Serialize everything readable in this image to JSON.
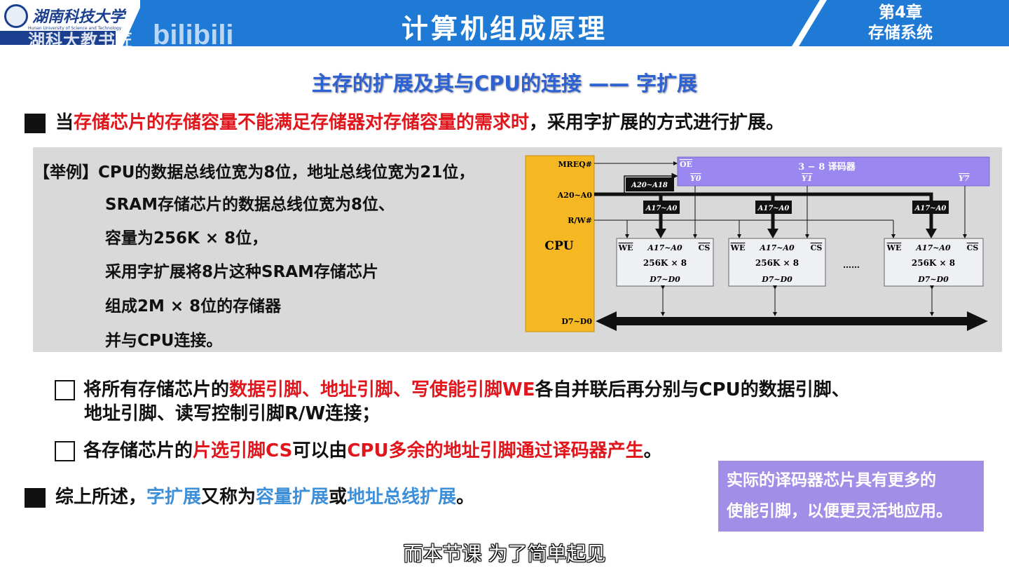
{
  "header": {
    "logo_cn": "湖南科技大学",
    "logo_en": "Hunan University of Science and Technology",
    "watermark": "湖科大教书匠",
    "bilibili": "bilibili",
    "title": "计算机组成原理",
    "chapter": "第4章",
    "chapter_title": "存储系统"
  },
  "subtitle": "主存的扩展及其与CPU的连接 —— 字扩展",
  "line1": {
    "a": "当",
    "b": "存储芯片的存储容量不能满足存储器对存储容量的需求时",
    "c": "，采用字扩展的方式进行扩展。"
  },
  "example": [
    "【举例】CPU的数据总线位宽为8位，地址总线位宽为21位，",
    "SRAM存储芯片的数据总线位宽为8位、",
    "容量为256K × 8位，",
    "采用字扩展将8片这种SRAM存储芯片",
    "组成2M × 8位的存储器",
    "并与CPU连接。"
  ],
  "diagram": {
    "mreq": "MREQ#",
    "addr": "A20~A0",
    "rw": "R/W#",
    "cpu": "CPU",
    "data": "D7~D0",
    "decoder": "3 − 8 译码器",
    "oe": "OE",
    "y0": "Y0",
    "y1": "Y1",
    "y7": "Y7",
    "a2018": "A20~A18",
    "a170": "A17~A0",
    "chip_we": "WE",
    "chip_addr": "A17~A0",
    "chip_cs": "CS",
    "chip_cap": "256K × 8",
    "chip_data": "D7~D0",
    "ellipsis": "……"
  },
  "bullet1": {
    "a": "将所有存储芯片的",
    "b": "数据引脚、地址引脚、写使能引脚WE",
    "c": "各自并联后再分别与CPU的数据引脚、",
    "d": "地址引脚、读写控制引脚R/W连接；"
  },
  "bullet2": {
    "a": "各存储芯片的",
    "b": "片选引脚CS",
    "c": "可以由",
    "d": "CPU多余的地址引脚通过译码器产生",
    "e": "。"
  },
  "summary": {
    "a": "综上所述，",
    "b": "字扩展",
    "c": "又称为",
    "d": "容量扩展",
    "e": "或",
    "f": "地址总线扩展",
    "g": "。"
  },
  "note": [
    "实际的译码器芯片具有更多的",
    "使能引脚，以便更灵活地应用。"
  ],
  "caption": "而本节课 为了简单起见"
}
